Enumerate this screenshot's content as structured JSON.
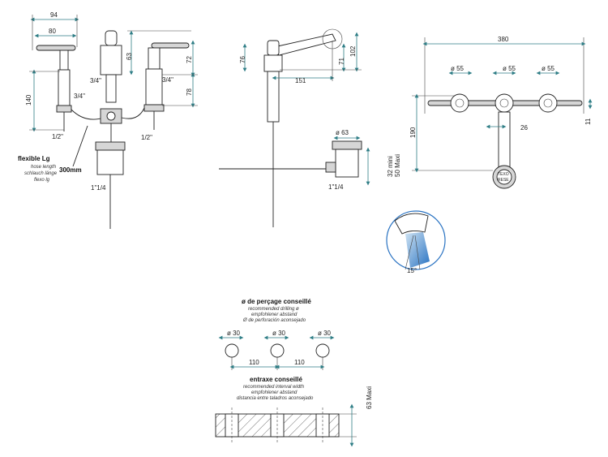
{
  "front_view": {
    "dims": {
      "overall_width": "94",
      "handle_width": "80",
      "spout_height": "63",
      "handle_height": "72",
      "body_height": "78",
      "side_height": "140"
    },
    "threads": {
      "spout_left": "3/4\"",
      "right_top": "3/4\"",
      "left_mid": "3/4\"",
      "left_inlet": "1/2\"",
      "right_inlet": "1/2\"",
      "drain": "1\"1/4"
    },
    "hose": {
      "title": "flexible Lg",
      "line1": "hose length",
      "line2": "schlauch länge",
      "line3": "flexo lg",
      "length": "300mm"
    }
  },
  "side_view": {
    "dims": {
      "spout_height": "76",
      "spout_reach": "151",
      "spout_drop": "71",
      "total_height": "102",
      "drain_diameter": "ø 63",
      "min_max": "32 mini\n50 Maxi"
    },
    "threads": {
      "drain": "1\"1/4"
    }
  },
  "top_view": {
    "dims": {
      "overall": "380",
      "dia_left": "ø 55",
      "dia_center": "ø 55",
      "dia_right": "ø 55",
      "depth": "190",
      "offset": "26",
      "thickness": "11"
    },
    "knob_label_1": "TEXO",
    "knob_label_2": "RESE"
  },
  "spray": {
    "angle": "15°"
  },
  "drilling": {
    "title": "ø de perçage conseillé",
    "line1": "recommended drilling ø",
    "line2": "empfohlener abstand",
    "line3": "Ø de perforación aconsejado",
    "dia1": "ø 30",
    "dia2": "ø 30",
    "dia3": "ø 30",
    "spacing1": "110",
    "spacing2": "110"
  },
  "interval": {
    "title": "entraxe conseillé",
    "line1": "recommended interval width",
    "line2": "empfohlener abstand",
    "line3": "distancia entre taladros aconsejado",
    "max_thickness": "63 Maxi"
  }
}
